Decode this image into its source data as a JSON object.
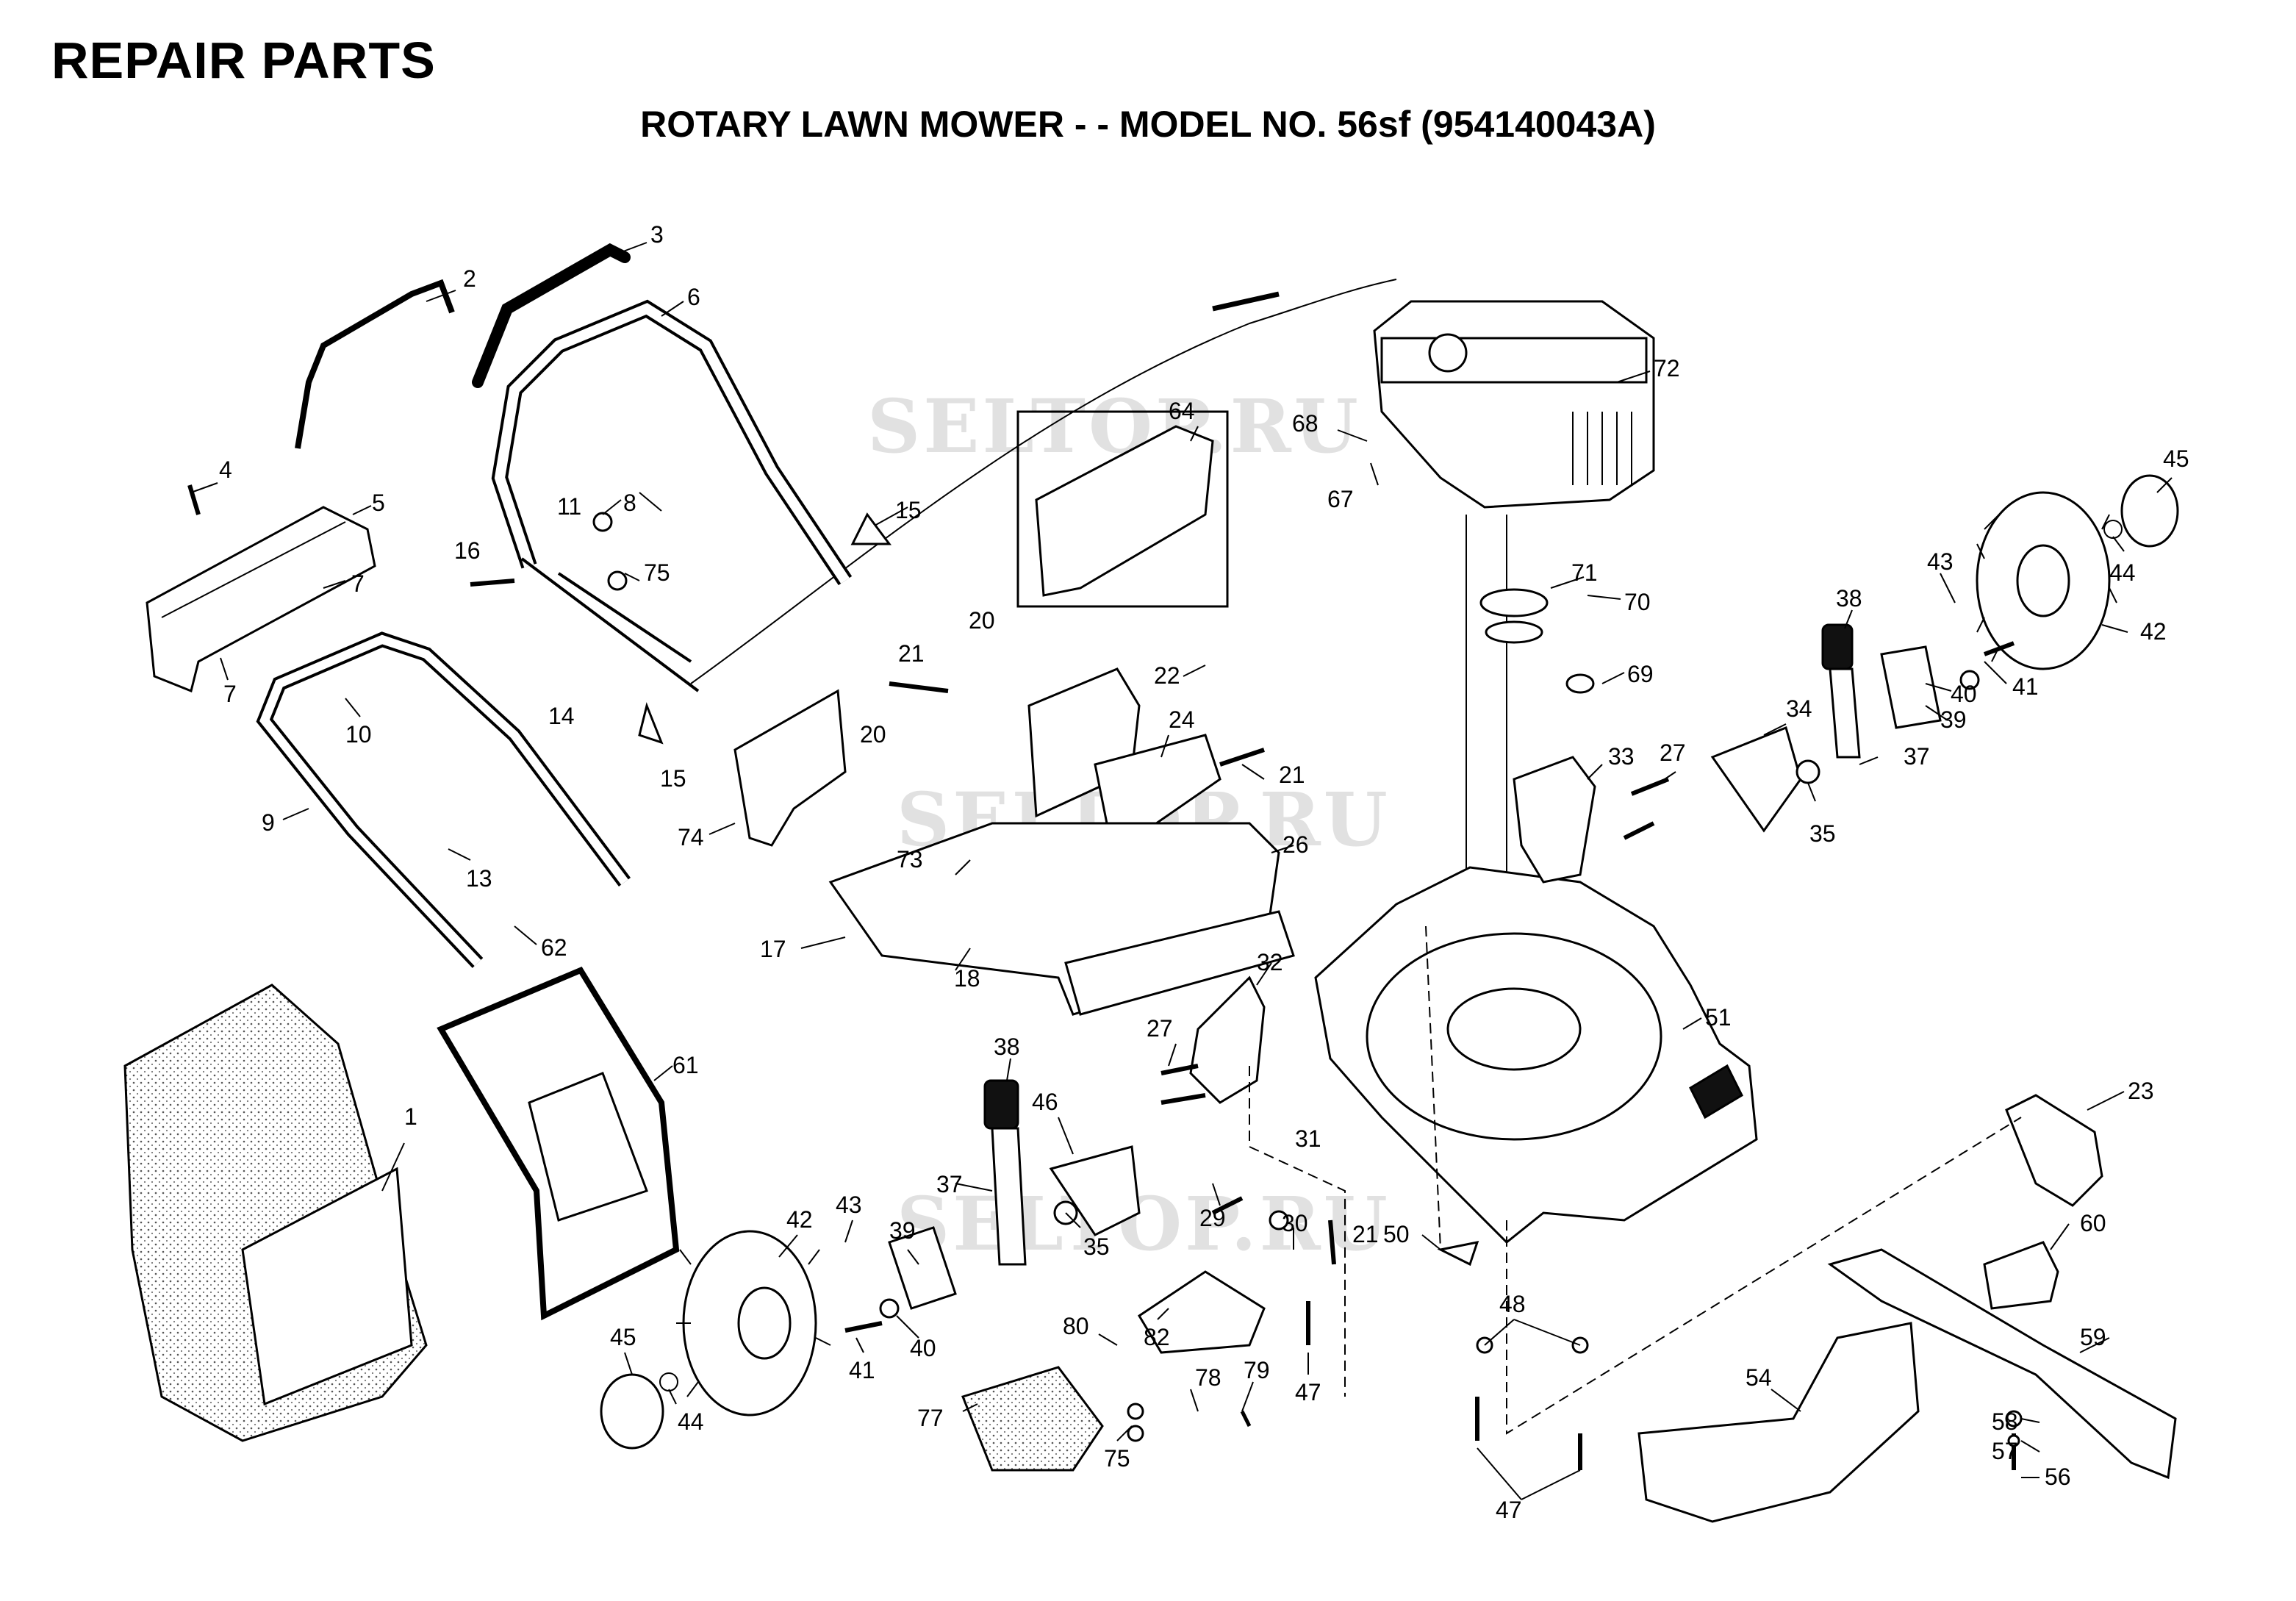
{
  "header": {
    "title": "REPAIR PARTS",
    "subtitle": "ROTARY LAWN MOWER - - MODEL NO. 56sf (954140043A)"
  },
  "watermark": "SELTOP.RU",
  "callouts": [
    {
      "id": "c1",
      "label": "1"
    },
    {
      "id": "c2",
      "label": "2"
    },
    {
      "id": "c3",
      "label": "3"
    },
    {
      "id": "c4",
      "label": "4"
    },
    {
      "id": "c5",
      "label": "5"
    },
    {
      "id": "c6",
      "label": "6"
    },
    {
      "id": "c7a",
      "label": "7"
    },
    {
      "id": "c7b",
      "label": "7"
    },
    {
      "id": "c8",
      "label": "8"
    },
    {
      "id": "c9",
      "label": "9"
    },
    {
      "id": "c10",
      "label": "10"
    },
    {
      "id": "c11",
      "label": "11"
    },
    {
      "id": "c13",
      "label": "13"
    },
    {
      "id": "c14",
      "label": "14"
    },
    {
      "id": "c15a",
      "label": "15"
    },
    {
      "id": "c15b",
      "label": "15"
    },
    {
      "id": "c16",
      "label": "16"
    },
    {
      "id": "c17",
      "label": "17"
    },
    {
      "id": "c18",
      "label": "18"
    },
    {
      "id": "c20a",
      "label": "20"
    },
    {
      "id": "c20b",
      "label": "20"
    },
    {
      "id": "c21a",
      "label": "21"
    },
    {
      "id": "c21b",
      "label": "21"
    },
    {
      "id": "c21c",
      "label": "21"
    },
    {
      "id": "c22",
      "label": "22"
    },
    {
      "id": "c23",
      "label": "23"
    },
    {
      "id": "c24",
      "label": "24"
    },
    {
      "id": "c26",
      "label": "26"
    },
    {
      "id": "c27a",
      "label": "27"
    },
    {
      "id": "c27b",
      "label": "27"
    },
    {
      "id": "c29",
      "label": "29"
    },
    {
      "id": "c30",
      "label": "30"
    },
    {
      "id": "c31",
      "label": "31"
    },
    {
      "id": "c32",
      "label": "32"
    },
    {
      "id": "c33",
      "label": "33"
    },
    {
      "id": "c34",
      "label": "34"
    },
    {
      "id": "c35a",
      "label": "35"
    },
    {
      "id": "c35b",
      "label": "35"
    },
    {
      "id": "c37a",
      "label": "37"
    },
    {
      "id": "c37b",
      "label": "37"
    },
    {
      "id": "c38a",
      "label": "38"
    },
    {
      "id": "c38b",
      "label": "38"
    },
    {
      "id": "c39a",
      "label": "39"
    },
    {
      "id": "c39b",
      "label": "39"
    },
    {
      "id": "c40a",
      "label": "40"
    },
    {
      "id": "c40b",
      "label": "40"
    },
    {
      "id": "c41a",
      "label": "41"
    },
    {
      "id": "c41b",
      "label": "41"
    },
    {
      "id": "c42a",
      "label": "42"
    },
    {
      "id": "c42b",
      "label": "42"
    },
    {
      "id": "c43a",
      "label": "43"
    },
    {
      "id": "c43b",
      "label": "43"
    },
    {
      "id": "c44a",
      "label": "44"
    },
    {
      "id": "c44b",
      "label": "44"
    },
    {
      "id": "c45a",
      "label": "45"
    },
    {
      "id": "c45b",
      "label": "45"
    },
    {
      "id": "c46",
      "label": "46"
    },
    {
      "id": "c47a",
      "label": "47"
    },
    {
      "id": "c47b",
      "label": "47"
    },
    {
      "id": "c48",
      "label": "48"
    },
    {
      "id": "c50",
      "label": "50"
    },
    {
      "id": "c51",
      "label": "51"
    },
    {
      "id": "c54",
      "label": "54"
    },
    {
      "id": "c56",
      "label": "56"
    },
    {
      "id": "c57",
      "label": "57"
    },
    {
      "id": "c58",
      "label": "58"
    },
    {
      "id": "c59",
      "label": "59"
    },
    {
      "id": "c60",
      "label": "60"
    },
    {
      "id": "c61",
      "label": "61"
    },
    {
      "id": "c62",
      "label": "62"
    },
    {
      "id": "c64",
      "label": "64"
    },
    {
      "id": "c67",
      "label": "67"
    },
    {
      "id": "c68",
      "label": "68"
    },
    {
      "id": "c69",
      "label": "69"
    },
    {
      "id": "c70",
      "label": "70"
    },
    {
      "id": "c71",
      "label": "71"
    },
    {
      "id": "c72",
      "label": "72"
    },
    {
      "id": "c73",
      "label": "73"
    },
    {
      "id": "c74",
      "label": "74"
    },
    {
      "id": "c75a",
      "label": "75"
    },
    {
      "id": "c75b",
      "label": "75"
    },
    {
      "id": "c77",
      "label": "77"
    },
    {
      "id": "c78",
      "label": "78"
    },
    {
      "id": "c79",
      "label": "79"
    },
    {
      "id": "c80",
      "label": "80"
    },
    {
      "id": "c82",
      "label": "82"
    }
  ]
}
